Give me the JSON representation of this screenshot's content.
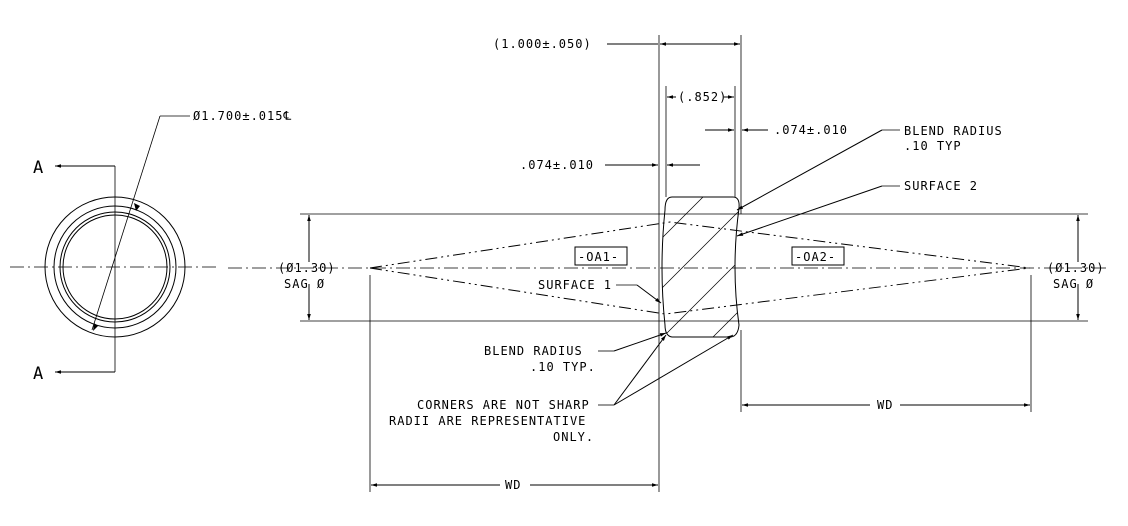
{
  "section_view": {
    "diameter_callout": "Ø1.700±.015℄",
    "section_label_top": "A",
    "section_label_bottom": "A"
  },
  "main_view": {
    "overall_thickness": "(1.000±.050)",
    "edge_thickness": "(.852)",
    "blend_right_dim": ".074±.010",
    "blend_left_dim": ".074±.010",
    "blend_radius_right": [
      "BLEND RADIUS",
      ".10 TYP"
    ],
    "surface_2": "SURFACE 2",
    "sag_left": [
      "(Ø1.30)",
      "SAG Ø"
    ],
    "sag_right": [
      "(Ø1.30)",
      "SAG Ø"
    ],
    "oa1": "-OA1-",
    "oa2": "-OA2-",
    "surface_1": "SURFACE 1",
    "blend_radius_left": [
      "BLEND  RADIUS",
      ".10 TYP."
    ],
    "corners_note": [
      "CORNERS ARE NOT SHARP",
      "RADII ARE REPRESENTATIVE",
      "ONLY."
    ],
    "wd_right": "WD",
    "wd_left": "WD"
  }
}
